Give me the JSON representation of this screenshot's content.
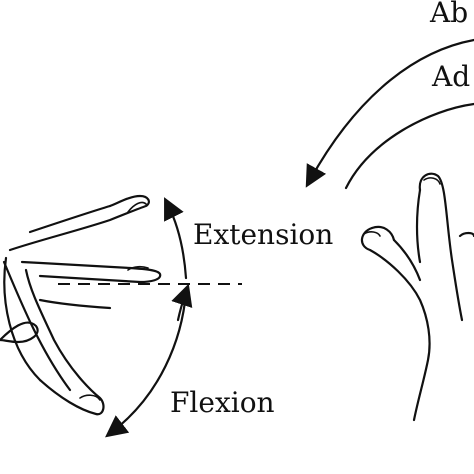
{
  "labels": {
    "extension": "Extension",
    "flexion": "Flexion",
    "abduction_partial": "Ab",
    "adduction_partial": "Ad"
  },
  "colors": {
    "ink": "#111111",
    "background": "#ffffff"
  }
}
